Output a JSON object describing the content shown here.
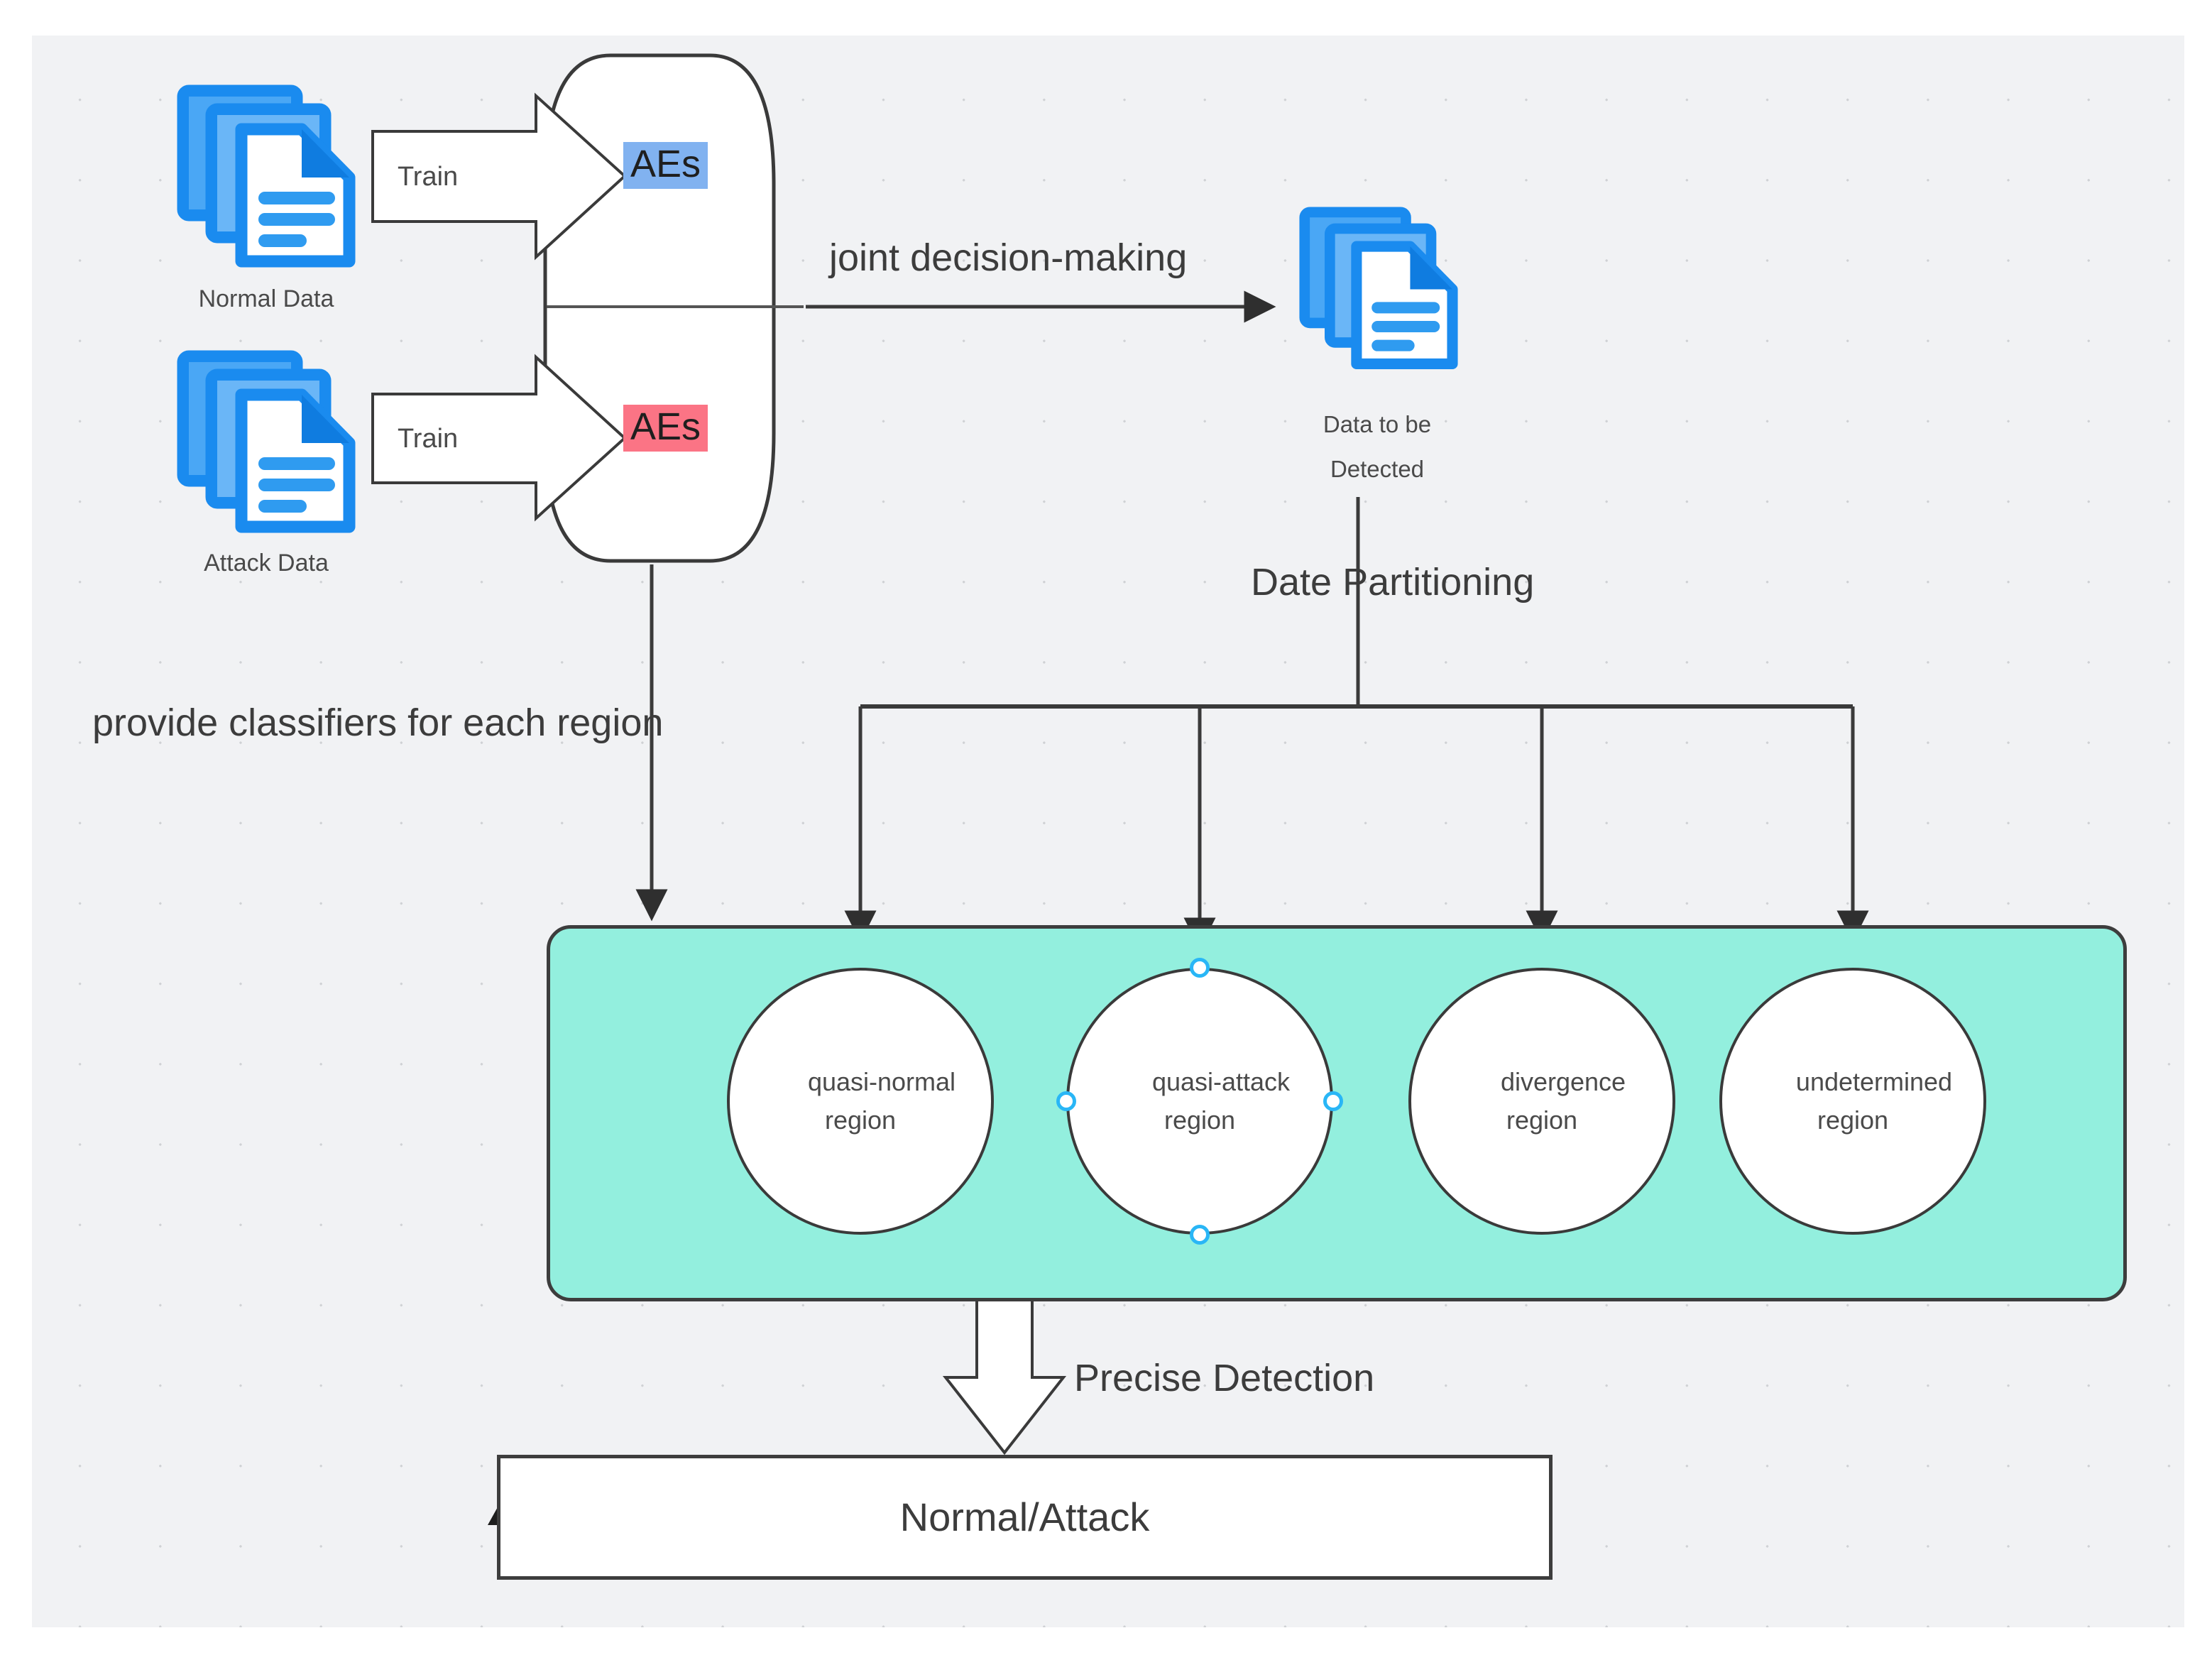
{
  "diagram": {
    "title": "Joint decision-making intrusion detection framework",
    "colors": {
      "canvas_background": "#f1f2f4",
      "grid_dot": "#cfd1d4",
      "stroke": "#3d3d3d",
      "region_container_fill": "#93efde",
      "aes_normal_fill": "#81b2f0",
      "aes_attack_fill": "#fb7485",
      "doc_icon_blue": "#1a8bef",
      "doc_icon_light_blue": "#4aa7f5",
      "selection_handle": "#29b6f6",
      "text": "#3c3c3c"
    }
  },
  "inputs": [
    {
      "id": "normal",
      "icon": "document-stack-icon",
      "caption": "Normal Data",
      "arrow_label": "Train",
      "chip_label": "AEs",
      "chip_color": "#81b2f0"
    },
    {
      "id": "attack",
      "icon": "document-stack-icon",
      "caption": "Attack Data",
      "arrow_label": "Train",
      "chip_label": "AEs",
      "chip_color": "#fb7485"
    }
  ],
  "model_container": {
    "name": "autoencoder-ensemble-container",
    "divided": true
  },
  "edges": {
    "joint_decision": "joint decision-making",
    "date_partitioning": "Date Partitioning",
    "provide_classifiers": "provide classifiers for each region",
    "precise_detection": "Precise Detection"
  },
  "detect_input": {
    "icon": "document-stack-icon",
    "caption_line1": "Data to be",
    "caption_line2": "Detected"
  },
  "regions": [
    {
      "id": "quasi-normal",
      "line1": "quasi-normal",
      "line2": "region",
      "selected": false
    },
    {
      "id": "quasi-attack",
      "line1": "quasi-attack",
      "line2": "region",
      "selected": true
    },
    {
      "id": "divergence",
      "line1": "divergence",
      "line2": "region",
      "selected": false
    },
    {
      "id": "undetermined",
      "line1": "undetermined",
      "line2": "region",
      "selected": false
    }
  ],
  "result": {
    "label": "Normal/Attack"
  }
}
